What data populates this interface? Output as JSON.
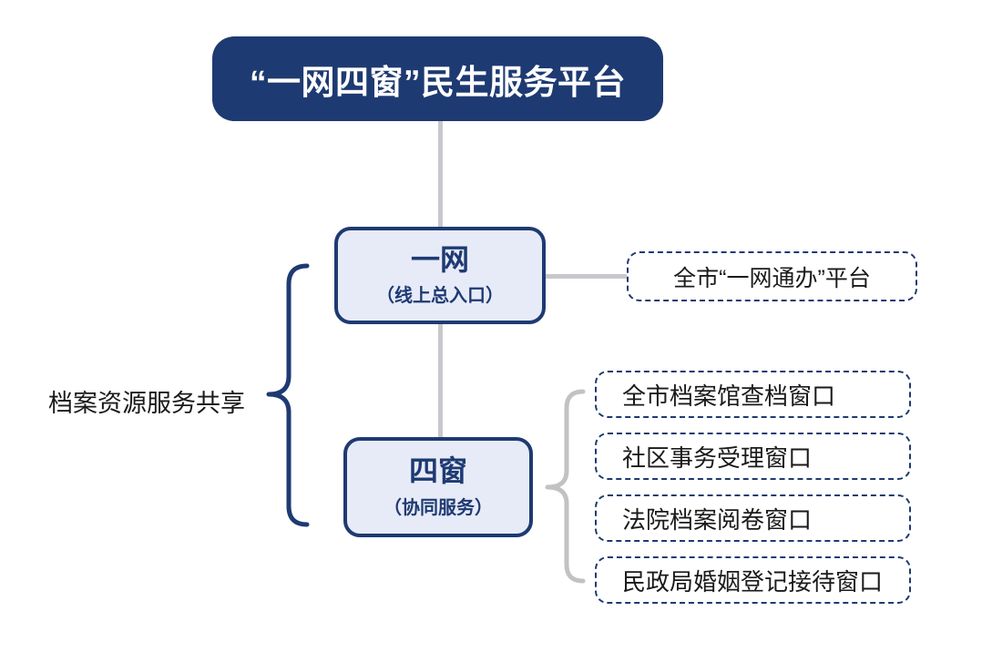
{
  "diagram": {
    "title": "“一网四窗”民生服务平台",
    "left_label": "档案资源服务共享",
    "network_node": {
      "title": "一网",
      "subtitle": "（线上总入口）"
    },
    "windows_node": {
      "title": "四窗",
      "subtitle": "（协同服务）"
    },
    "platform_node": {
      "label": "全市“一网通办”平台"
    },
    "window_items": [
      "全市档案馆查档窗口",
      "社区事务受理窗口",
      "法院档案阅卷窗口",
      "民政局婚姻登记接待窗口"
    ],
    "colors": {
      "navy": "#1e3a72",
      "light_fill": "#e7ebf8",
      "connector_gray": "#c8c8cc",
      "brace_gray": "#c2c2c2",
      "text_black": "#1a1a1a",
      "white": "#ffffff"
    }
  }
}
